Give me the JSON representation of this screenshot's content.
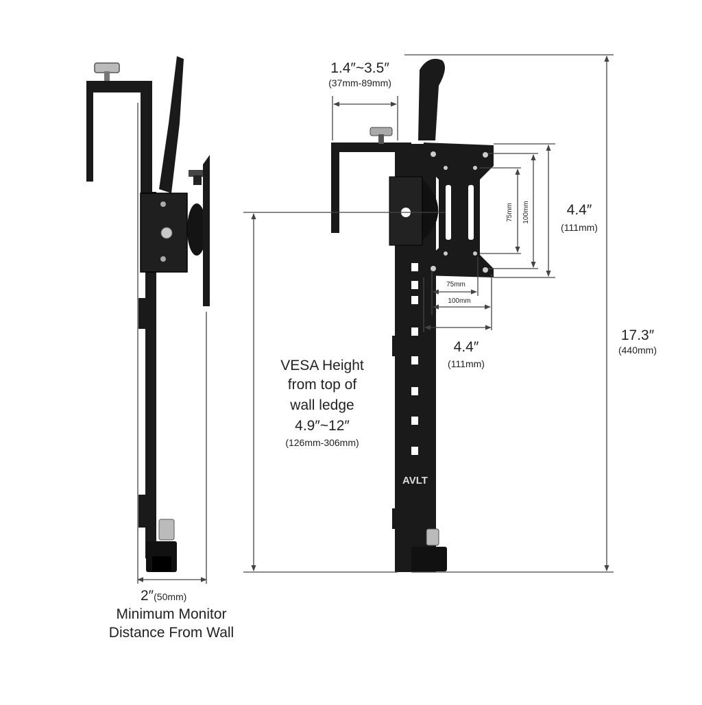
{
  "dimensions": {
    "ledge_width": {
      "value": "1.4″~3.5″",
      "metric": "(37mm-89mm)"
    },
    "vesa_plate_height": {
      "value": "4.4″",
      "metric": "(111mm)"
    },
    "vesa_plate_width": {
      "value": "4.4″",
      "metric": "(111mm)"
    },
    "vesa_75": "75mm",
    "vesa_100": "100mm",
    "total_height": {
      "value": "17.3″",
      "metric": "(440mm)"
    },
    "vesa_height": {
      "line1": "VESA Height",
      "line2": "from top of",
      "line3": "wall ledge",
      "value": "4.9″~12″",
      "metric": "(126mm-306mm)"
    },
    "wall_distance": {
      "value": "2″",
      "metric": "(50mm)",
      "line1": "Minimum Monitor",
      "line2": "Distance From Wall"
    }
  },
  "brand": {
    "logo_text": "AVLT"
  },
  "colors": {
    "metal": "#1a1a1a",
    "dimension_line": "#444444",
    "text": "#222222"
  }
}
